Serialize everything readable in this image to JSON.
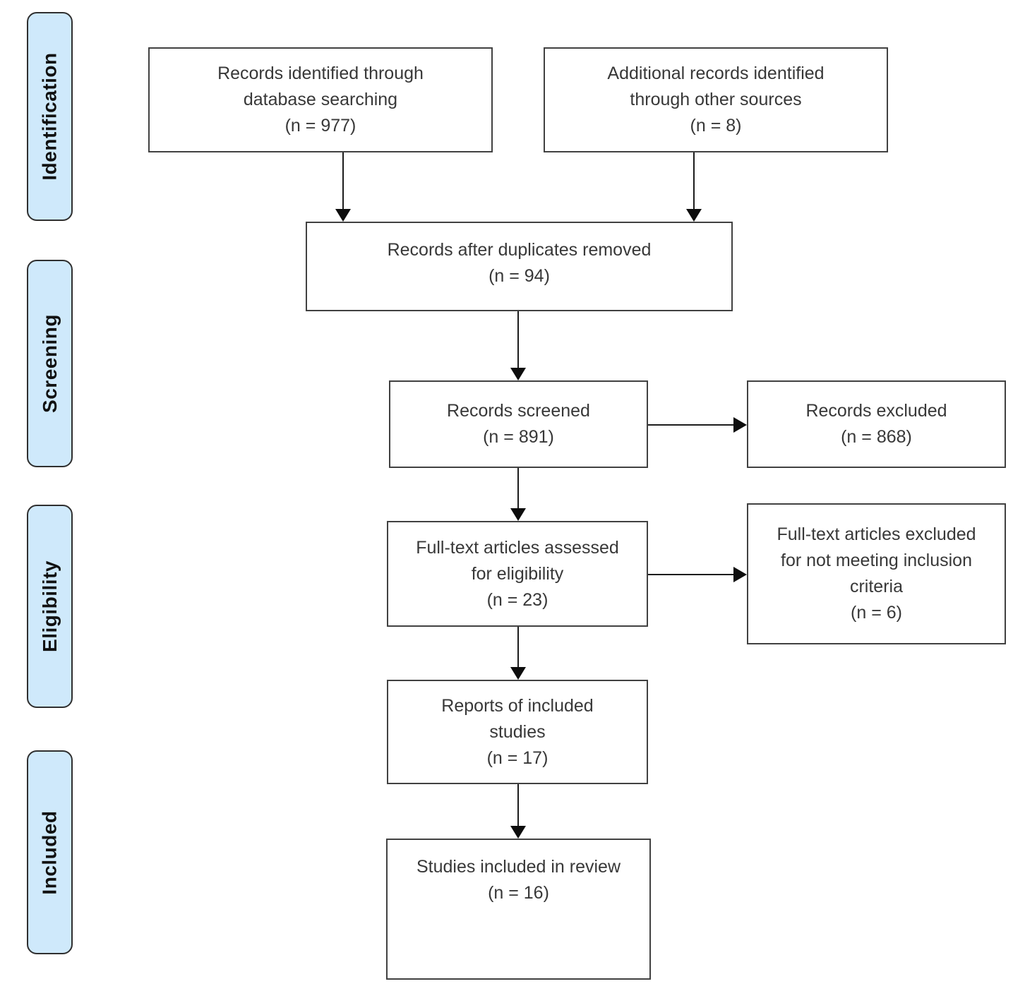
{
  "stages": {
    "identification": "Identification",
    "screening": "Screening",
    "eligibility": "Eligibility",
    "included": "Included"
  },
  "boxes": {
    "records_identified": "Records identified through\ndatabase searching\n(n = 977)",
    "additional_records": "Additional records identified\nthrough other sources\n(n = 8)",
    "after_duplicates": "Records after duplicates removed\n(n = 94)",
    "records_screened": "Records screened\n(n = 891)",
    "records_excluded": "Records excluded\n(n = 868)",
    "fulltext_assessed": "Full-text articles assessed\nfor eligibility\n(n =  23)",
    "fulltext_excluded": "Full-text articles excluded\nfor not meeting inclusion\ncriteria\n(n = 6)",
    "reports_included": "Reports of included\nstudies\n(n = 17)",
    "studies_included": "Studies included in review\n(n = 16)"
  },
  "colors": {
    "stage_fill": "#cfe9fb",
    "box_border": "#414141",
    "arrow": "#1c1c1c"
  }
}
